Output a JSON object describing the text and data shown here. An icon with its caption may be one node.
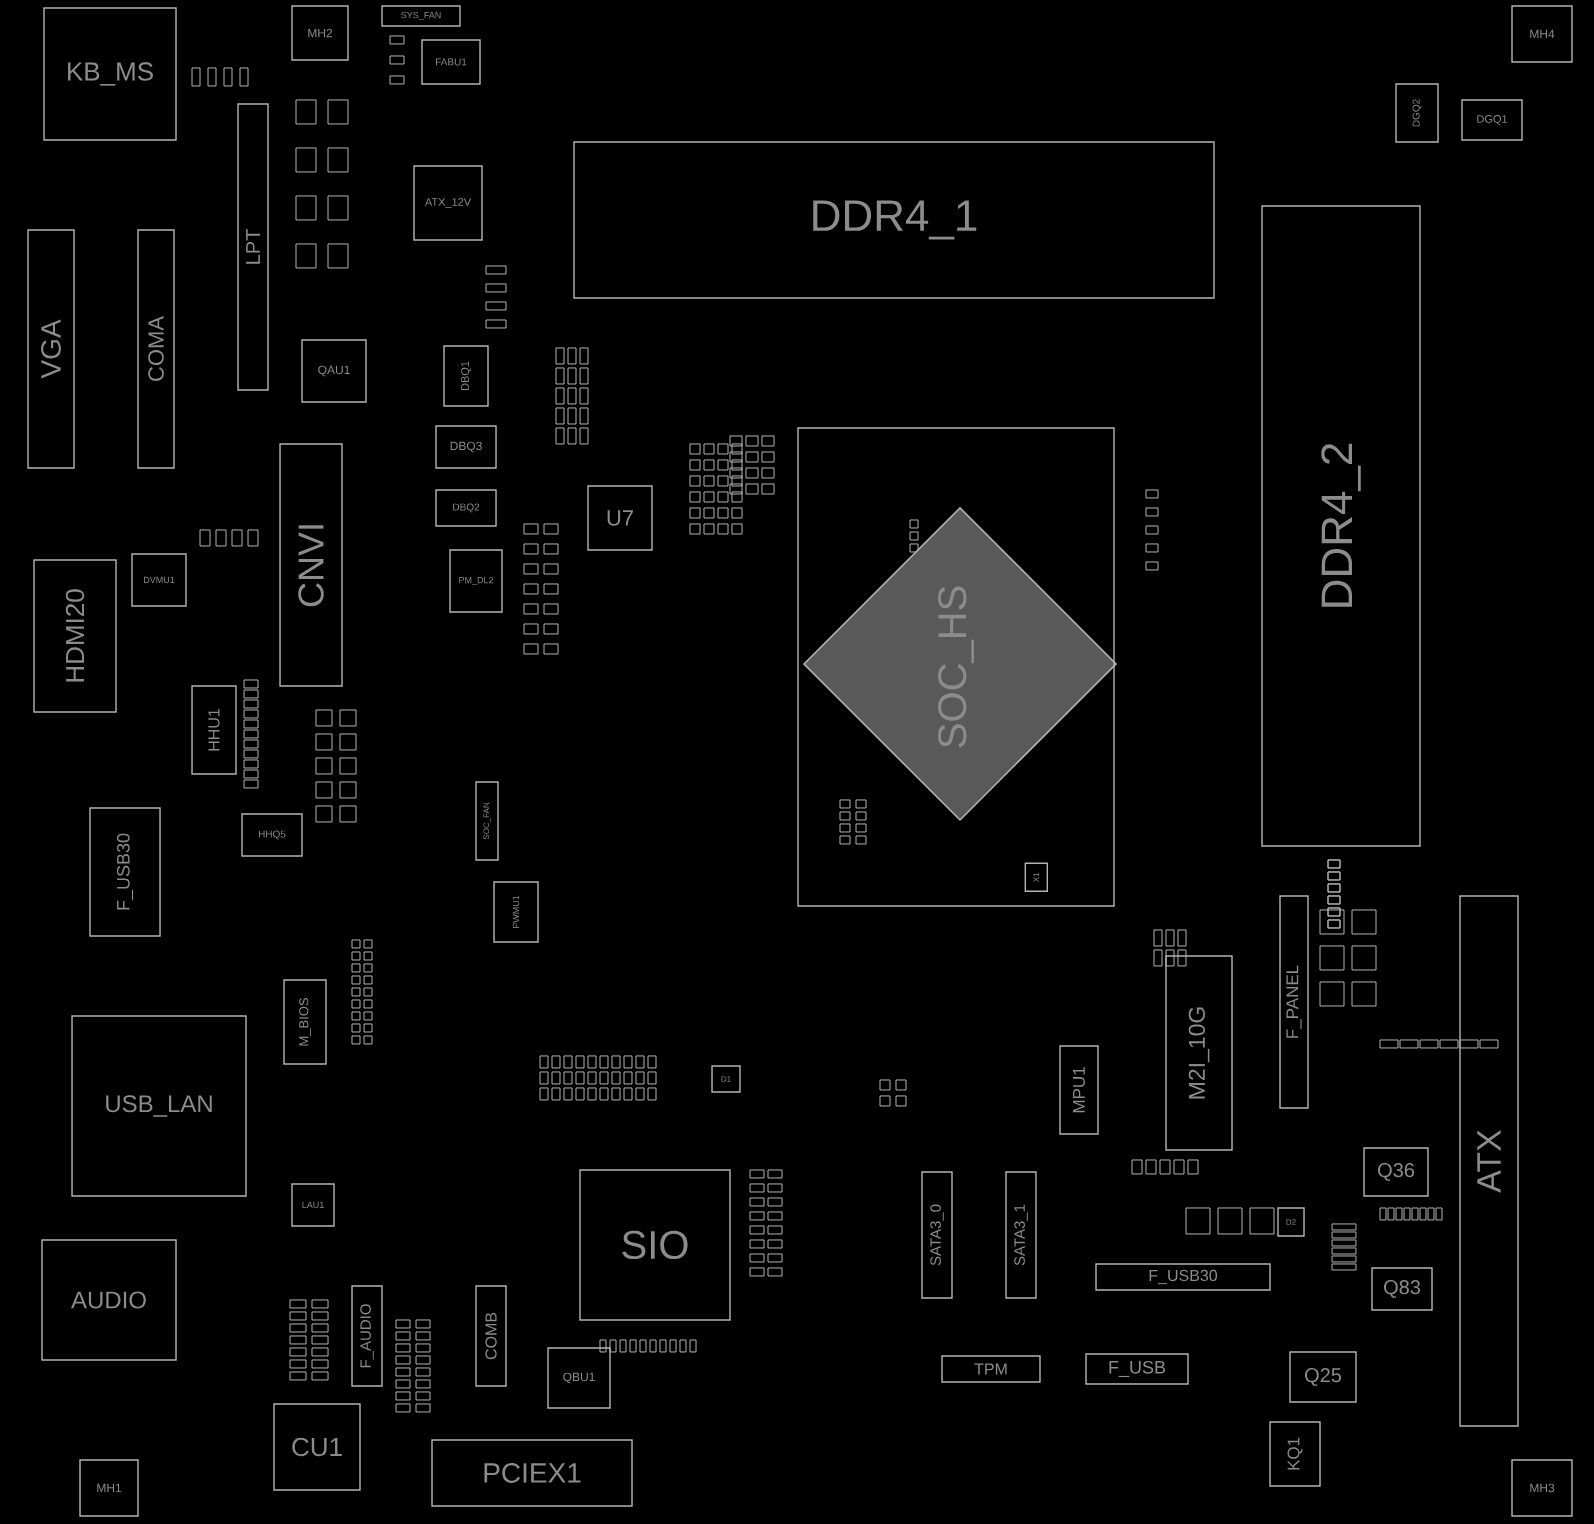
{
  "diagram": {
    "nodes": [
      {
        "text": [
          "KB_MS"
        ]
      },
      {
        "text": [
          "MH2"
        ]
      },
      {
        "text": [
          "SYS_FAN"
        ]
      },
      {
        "text": [
          "FABU1"
        ]
      },
      {
        "text": [
          "MH4"
        ]
      },
      {
        "text": [
          "DGQ2"
        ]
      },
      {
        "text": [
          "DGQ1"
        ]
      },
      {
        "text": [
          "ATX_12V"
        ]
      },
      {
        "text": [
          "DDR4_1"
        ]
      },
      {
        "text": [
          "LPT"
        ]
      },
      {
        "text": [
          "VGA"
        ]
      },
      {
        "text": [
          "COMA"
        ]
      },
      {
        "text": [
          "QAU1"
        ]
      },
      {
        "text": [
          "DBQ1"
        ]
      },
      {
        "text": [
          "DBQ3"
        ]
      },
      {
        "text": [
          "DBQ2"
        ]
      },
      {
        "text": [
          "U7"
        ]
      },
      {
        "text": [
          "DDR4_2"
        ]
      },
      {
        "text": [
          "SOC_HS"
        ]
      },
      {
        "text": [
          "CNVI"
        ]
      },
      {
        "text": [
          "HDMI20"
        ]
      },
      {
        "text": [
          "DVMU1"
        ]
      },
      {
        "text": [
          "PM_DL2"
        ]
      },
      {
        "text": [
          "HHU1"
        ]
      },
      {
        "text": [
          "HHQ5"
        ]
      },
      {
        "text": [
          "SOC_FAN"
        ]
      },
      {
        "text": [
          "PWMU1"
        ]
      },
      {
        "text": [
          "F_USB30"
        ]
      },
      {
        "text": [
          "M_BIOS"
        ]
      },
      {
        "text": [
          "USB_LAN"
        ]
      },
      {
        "text": [
          "LAU1"
        ]
      },
      {
        "text": [
          "AUDIO"
        ]
      },
      {
        "text": [
          "F_AUDIO"
        ]
      },
      {
        "text": [
          "COMB"
        ]
      },
      {
        "text": [
          "QBU1"
        ]
      },
      {
        "text": [
          "SIO"
        ]
      },
      {
        "text": [
          "CU1"
        ]
      },
      {
        "text": [
          "PCIEX1"
        ]
      },
      {
        "text": [
          "MH1"
        ]
      },
      {
        "text": [
          "MPU1"
        ]
      },
      {
        "text": [
          "M2I_10G"
        ]
      },
      {
        "text": [
          "F_PANEL"
        ]
      },
      {
        "text": [
          "ATX"
        ]
      },
      {
        "text": [
          "Q36"
        ]
      },
      {
        "text": [
          "SATA3_0"
        ]
      },
      {
        "text": [
          "SATA3_1"
        ]
      },
      {
        "text": [
          "F_USB30"
        ]
      },
      {
        "text": [
          "Q83"
        ]
      },
      {
        "text": [
          "TPM"
        ]
      },
      {
        "text": [
          "F_USB"
        ]
      },
      {
        "text": [
          "Q25"
        ]
      },
      {
        "text": [
          "KQ1"
        ]
      },
      {
        "text": [
          "MH3"
        ]
      },
      {
        "text": [
          "X1"
        ],
        "in": 18
      },
      {
        "text": [
          "D1"
        ]
      },
      {
        "text": [
          "D2"
        ]
      }
    ]
  }
}
